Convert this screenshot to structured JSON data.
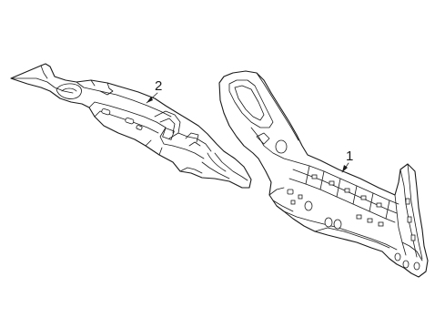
{
  "diagram": {
    "callouts": [
      {
        "id": "part-1",
        "label": "1"
      },
      {
        "id": "part-2",
        "label": "2"
      }
    ],
    "colors": {
      "line": "#1a1a1a",
      "background": "#ffffff"
    }
  }
}
